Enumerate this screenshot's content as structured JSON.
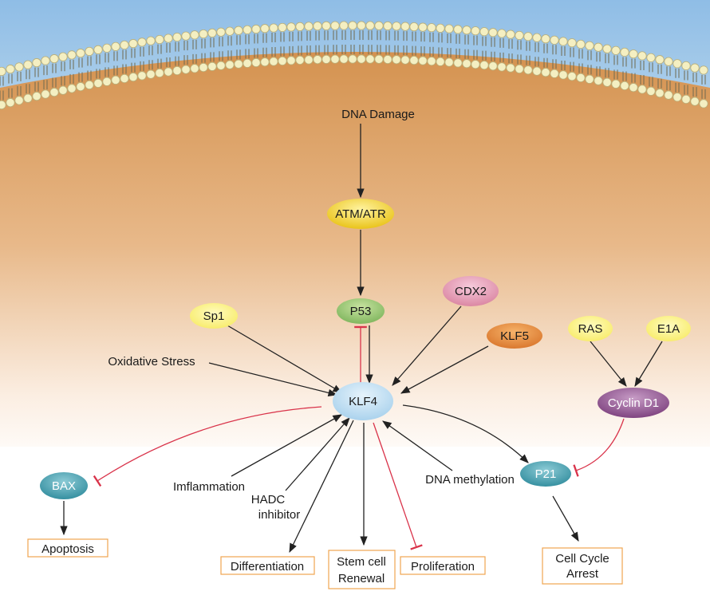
{
  "colors": {
    "sky": "#9cc3e6",
    "cytoplasm_top": "#d99d5e",
    "cytoplasm_bottom": "#ffffff",
    "membrane_head": "#f4efc2",
    "activation_arrow": "#222222",
    "inhibition_arrow": "#d9334a",
    "outcome_box_border": "#f0a550"
  },
  "nodes": {
    "atm_atr": "ATM/ATR",
    "p53": "P53",
    "sp1": "Sp1",
    "cdx2": "CDX2",
    "klf5": "KLF5",
    "klf4": "KLF4",
    "ras": "RAS",
    "e1a": "E1A",
    "cyclin_d1": "Cyclin D1",
    "bax": "BAX",
    "p21": "P21"
  },
  "labels": {
    "dna_damage": "DNA Damage",
    "oxidative_stress": "Oxidative Stress",
    "imflammation": "Imflammation",
    "hadc_inhibitor_line1": "HADC",
    "hadc_inhibitor_line2": "inhibitor",
    "dna_methylation": "DNA methylation"
  },
  "outcomes": {
    "apoptosis": "Apoptosis",
    "differentiation": "Differentiation",
    "stem_cell_renewal_line1": "Stem cell",
    "stem_cell_renewal_line2": "Renewal",
    "proliferation": "Proliferation",
    "cell_cycle_arrest_line1": "Cell Cycle",
    "cell_cycle_arrest_line2": "Arrest"
  },
  "node_styles": {
    "atm_atr": "yellow-gold",
    "p53": "green",
    "sp1": "yellow",
    "cdx2": "pink",
    "klf5": "orange",
    "klf4": "light-blue",
    "ras": "yellow",
    "e1a": "yellow",
    "cyclin_d1": "purple",
    "bax": "teal",
    "p21": "teal"
  }
}
